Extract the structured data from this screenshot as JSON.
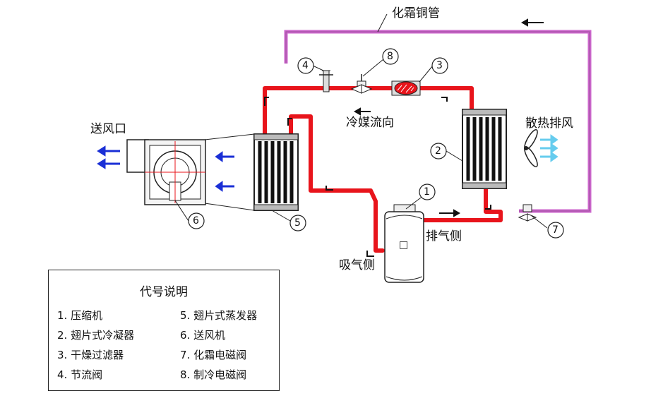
{
  "labels": {
    "defrost_pipe": "化霜铜管",
    "supply_outlet": "送风口",
    "refrigerant_flow": "冷媒流向",
    "heat_exhaust": "散热排风",
    "discharge_side": "排气侧",
    "suction_side": "吸气侧"
  },
  "markers": [
    "1",
    "2",
    "3",
    "4",
    "5",
    "6",
    "7",
    "8"
  ],
  "legend": {
    "title": "代号说明",
    "left": [
      "1. 压缩机",
      "2. 翅片式冷凝器",
      "3. 干燥过滤器",
      "4. 节流阀"
    ],
    "right": [
      "5. 翅片式蒸发器",
      "6. 送风机",
      "7. 化霜电磁阀",
      "8. 制冷电磁阀"
    ]
  },
  "colors": {
    "pipe": "#e8141b",
    "defrost": "#cc66cc",
    "arrow_blue": "#1a2fd6",
    "arrow_cyan": "#66ccee",
    "frame": "#222222"
  },
  "compressor_mark": "□"
}
